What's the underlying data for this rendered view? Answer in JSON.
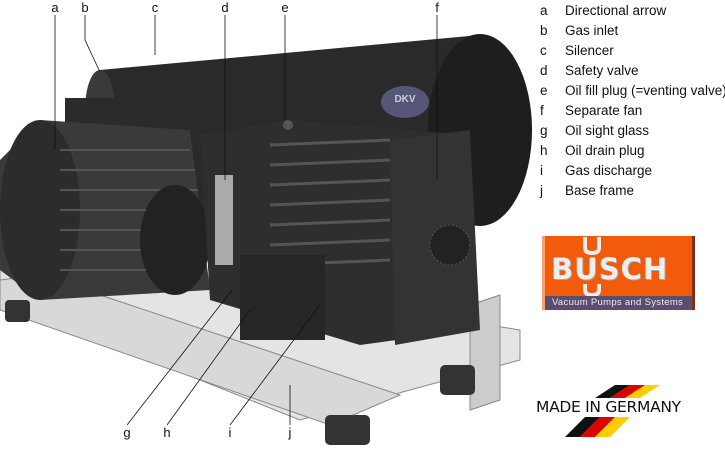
{
  "callouts": {
    "top": [
      "a",
      "b",
      "c",
      "d",
      "e",
      "f"
    ],
    "bottom": [
      "g",
      "h",
      "i",
      "j"
    ]
  },
  "legend": [
    {
      "key": "a",
      "text": "Directional arrow"
    },
    {
      "key": "b",
      "text": "Gas inlet"
    },
    {
      "key": "c",
      "text": "Silencer"
    },
    {
      "key": "d",
      "text": "Safety valve"
    },
    {
      "key": "e",
      "text": "Oil fill plug (=venting valve)"
    },
    {
      "key": "f",
      "text": "Separate fan"
    },
    {
      "key": "g",
      "text": "Oil sight glass"
    },
    {
      "key": "h",
      "text": "Oil drain plug"
    },
    {
      "key": "i",
      "text": "Gas discharge"
    },
    {
      "key": "j",
      "text": "Base frame"
    }
  ],
  "logo": {
    "brand": "BUSCH",
    "tagline": "Vacuum Pumps and Systems",
    "color": "#f25a0c"
  },
  "badge": {
    "text": "MADE IN GERMANY"
  },
  "silencer_mark": "DKV"
}
